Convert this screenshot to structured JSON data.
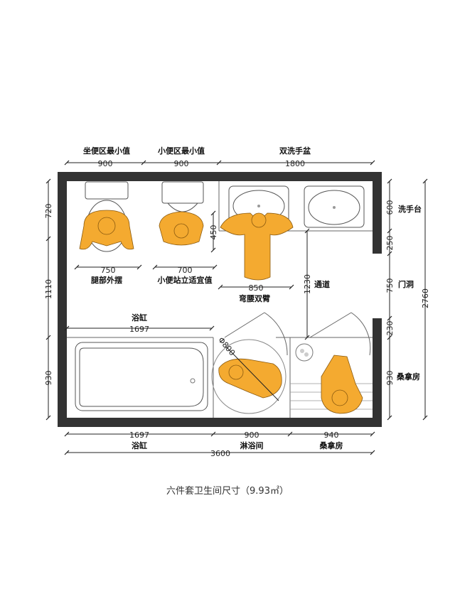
{
  "top_labels": {
    "toilet_min": "坐便区最小值",
    "urinal_min": "小便区最小值",
    "double_basin": "双洗手盆",
    "dim_900a": "900",
    "dim_900b": "900",
    "dim_1800": "1800"
  },
  "left_dims": {
    "d720": "720",
    "d1110": "1110",
    "d930": "930"
  },
  "right_labels": {
    "d600": "600",
    "d250": "250",
    "d750": "750",
    "d230": "230",
    "d930": "930",
    "d2760": "2760",
    "washstand": "洗手台",
    "door_opening": "门洞",
    "sauna": "桑拿房"
  },
  "interior": {
    "d750": "750",
    "leg_swing": "腿部外摆",
    "d700": "700",
    "urinal_stand": "小便站立适宜值",
    "d450": "450",
    "d850": "850",
    "bend_arms": "弯腰双臂",
    "d1230": "1230",
    "passage": "通道",
    "bathtub": "浴缸",
    "d1697": "1697",
    "d800": "Φ800"
  },
  "bottom_dims": {
    "d1697": "1697",
    "d900": "900",
    "d940": "940",
    "bathtub": "浴缸",
    "shower": "淋浴间",
    "sauna": "桑拿房",
    "d3600": "3600"
  },
  "caption": "六件套卫生间尺寸（9.93㎡）",
  "colors": {
    "wall": "#333333",
    "person": "#f4aa30",
    "line": "#222222"
  }
}
